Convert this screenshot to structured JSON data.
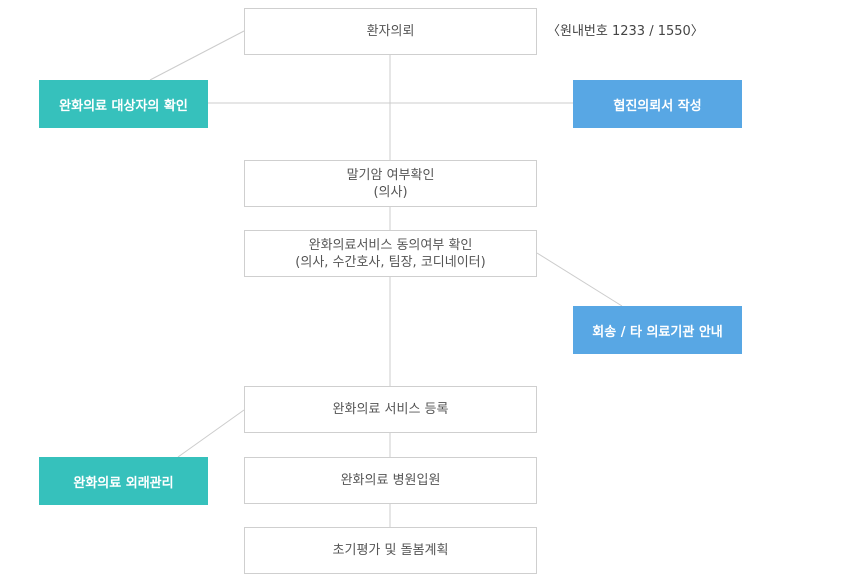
{
  "steps": {
    "request": "환자의뢰",
    "confirm_line1": "말기암 여부확인",
    "confirm_line2": "(의사)",
    "consent_line1": "완화의료서비스 동의여부 확인",
    "consent_line2": "(의사, 수간호사, 팀장, 코디네이터)",
    "register": "완화의료 서비스 등록",
    "admission": "완화의료 병원입원",
    "planning": "초기평가 및 돌봄계획"
  },
  "side_labels": {
    "target_check": "완화의료 대상자의 확인",
    "referral_letter": "협진의뢰서 작성",
    "transfer": "회송 / 타 의료기관 안내",
    "outpatient": "완화의료 외래관리"
  },
  "note": "〈원내번호 1233 / 1550〉",
  "colors": {
    "teal": "#36c1bc",
    "blue": "#58a7e4",
    "border": "#cfcfcf",
    "line": "#cccccc"
  }
}
